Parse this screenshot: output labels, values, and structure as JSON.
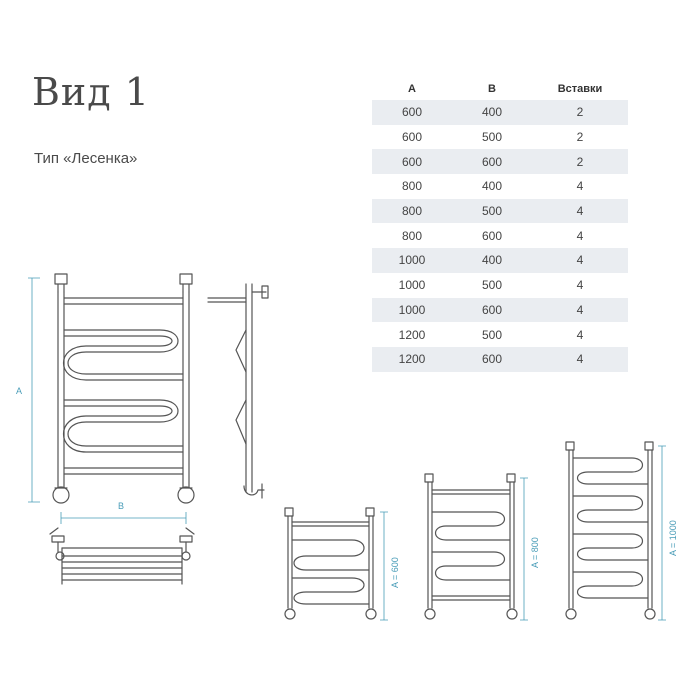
{
  "title": "Вид 1",
  "subtitle": "Тип «Лесенка»",
  "table": {
    "headers": [
      "A",
      "B",
      "Вставки"
    ],
    "rows": [
      [
        "600",
        "400",
        "2"
      ],
      [
        "600",
        "500",
        "2"
      ],
      [
        "600",
        "600",
        "2"
      ],
      [
        "800",
        "400",
        "4"
      ],
      [
        "800",
        "500",
        "4"
      ],
      [
        "800",
        "600",
        "4"
      ],
      [
        "1000",
        "400",
        "4"
      ],
      [
        "1000",
        "500",
        "4"
      ],
      [
        "1000",
        "600",
        "4"
      ],
      [
        "1200",
        "500",
        "4"
      ],
      [
        "1200",
        "600",
        "4"
      ]
    ]
  },
  "diagram": {
    "label_a": "A",
    "label_b": "B",
    "size_600": "A = 600",
    "size_800": "A = 800",
    "size_1000": "A = 1000",
    "line_color": "#555555",
    "dim_color": "#4a9db8"
  }
}
